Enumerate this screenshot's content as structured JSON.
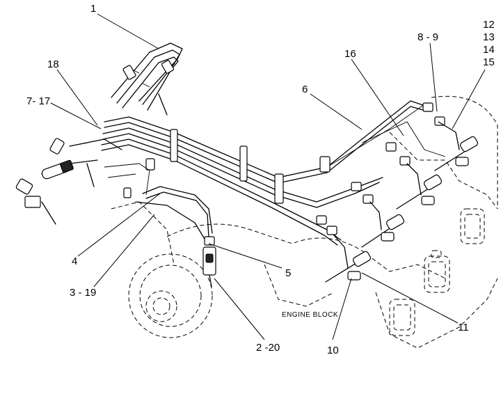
{
  "diagram": {
    "block_label": "ENGINE BLOCK",
    "callouts": [
      {
        "id": "c1",
        "text": "1"
      },
      {
        "id": "c18",
        "text": "18"
      },
      {
        "id": "c7_17",
        "text": "7- 17"
      },
      {
        "id": "c16",
        "text": "16"
      },
      {
        "id": "c6",
        "text": "6"
      },
      {
        "id": "c8_9",
        "text": "8 - 9"
      },
      {
        "id": "c12",
        "text": "12"
      },
      {
        "id": "c13",
        "text": "13"
      },
      {
        "id": "c14",
        "text": "14"
      },
      {
        "id": "c15",
        "text": "15"
      },
      {
        "id": "c4",
        "text": "4"
      },
      {
        "id": "c3_19",
        "text": "3 - 19"
      },
      {
        "id": "c5",
        "text": "5"
      },
      {
        "id": "c2_20",
        "text": "2 -20"
      },
      {
        "id": "c10",
        "text": "10"
      },
      {
        "id": "c11",
        "text": "11"
      }
    ]
  }
}
